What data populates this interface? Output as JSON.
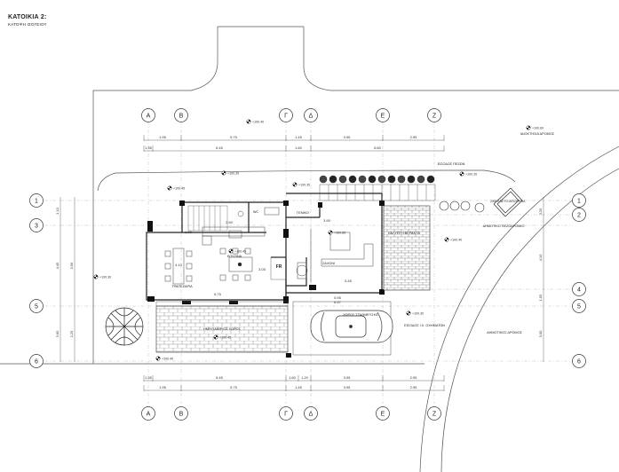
{
  "sheet": {
    "title": "ΚΑΤΟΙΚΙΑ 2:",
    "subtitle": "ΚΑΤΟΨΗ ΙΣΟΓΕΙΟΥ"
  },
  "grid": {
    "columns": [
      "Α",
      "Β",
      "Γ",
      "Δ",
      "Ε",
      "Ζ"
    ],
    "rows": [
      "1",
      "2",
      "3",
      "4",
      "5",
      "6"
    ]
  },
  "dimensions": {
    "top_row1": [
      "1.95",
      "5.75",
      "1.45",
      "3.95",
      "2.95"
    ],
    "top_row2": [
      "1.35",
      "6.45",
      "1.60",
      "6.80"
    ],
    "bottom_row1": [
      "1.35",
      "6.45",
      "1.60",
      "1.20",
      "3.95",
      "2.95"
    ],
    "bottom_row2": [
      "1.95",
      "5.75",
      "1.45",
      "3.95",
      "2.95"
    ],
    "left_outer": [
      "1.10",
      "4.45",
      "3.60"
    ],
    "left_inner": [
      "3.56",
      "2.25"
    ],
    "right": [
      "3.25",
      "4.10",
      "1.55",
      "3.00"
    ],
    "interior": [
      "2.50",
      "6.75",
      "3.90",
      "5.45",
      "5.95",
      "6.97",
      "1.80",
      "4.10",
      "3.05"
    ]
  },
  "rooms": {
    "wc": "WC",
    "kitchen": "ΚΟΥΖΙΝΑ",
    "dining": "ΤΡΑΠΕΖΑΡΙΑ",
    "living": "ΣΑΛΟΝΙ",
    "storage": "ΓΕΝΙΚΟ",
    "fr": "FR",
    "covered_terrace": "ΗΜΙΥΠΑΙΘΡΙΟΣ ΧΩΡΟΣ",
    "pergola_veranda": "ΚΑΛΥΠΤΗ ΒΕΡΑΝΤΑ",
    "parking": "ΧΩΡΟΣ ΣΤΑΘΜΕΥΣΗΣ",
    "garden_entrance": "ΕΙΣΟΔΟΣ ΠΕΖΩΝ",
    "car_entrance": "ΕΙΣΟΔΟΣ Ι.Χ. ΟΧΗΜΑΤΩΝ",
    "ground_plot": "ΙΔΙΟΚΤΗΣΙΑ ΔΡΟΜΟΣ",
    "pedestrian_road": "ΔΗΜΟΤΙΚΟ ΠΕΖΟΔΡΟΜΙΟ",
    "public_road": "ΔΗΜΟΤΙΚΟΣ ΔΡΟΜΟΣ",
    "bin_area": "ΣΚΕΠΑΣΤΟ ΑΠΟΡΡΙΜ."
  },
  "levels": {
    "l1": "+100.40",
    "l2": "+100.35",
    "l3": "+100.45",
    "l4": "+100.40",
    "l5": "+100.45",
    "l6": "+100.65",
    "l7": "+100.30",
    "l8": "+100.40",
    "l9": "+100.30",
    "l10": "+100.35",
    "l11": "+100.60",
    "l12": "+100.35",
    "l13": "+100.45"
  },
  "colors": {
    "line": "#333333",
    "wall": "#222222",
    "grid": "#999999"
  }
}
